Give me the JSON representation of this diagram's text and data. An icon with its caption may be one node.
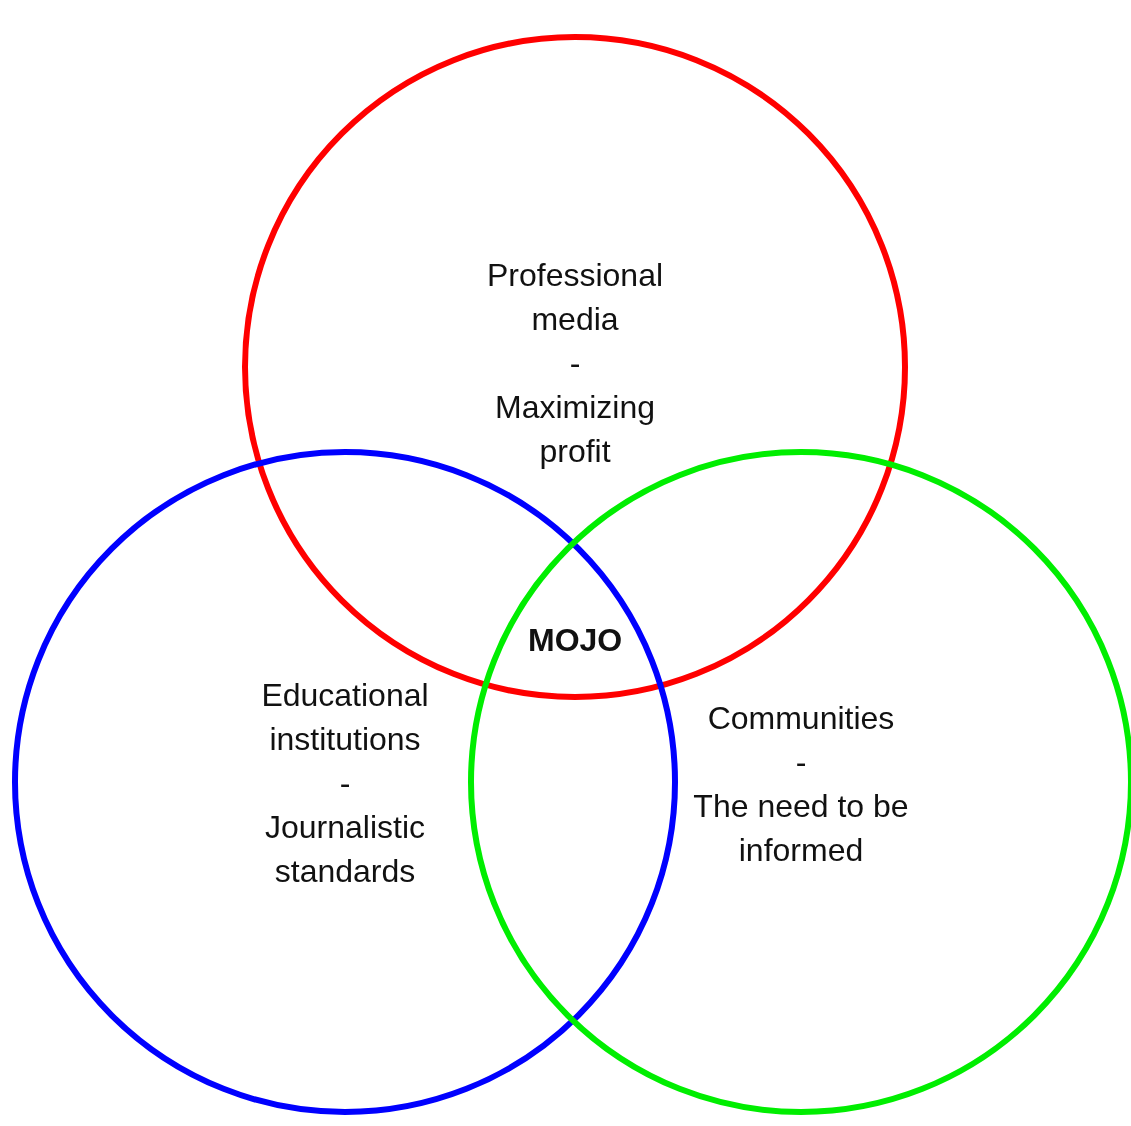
{
  "diagram": {
    "nodes": [
      {
        "text": [
          "Professional media",
          "-",
          "Maximizing profit"
        ]
      },
      {
        "text": [
          "Educational institutions",
          "-",
          "Journalistic standards"
        ]
      },
      {
        "text": [
          "Communities",
          "-",
          "The need to be informed"
        ]
      }
    ],
    "labels": [
      "MOJO"
    ]
  }
}
